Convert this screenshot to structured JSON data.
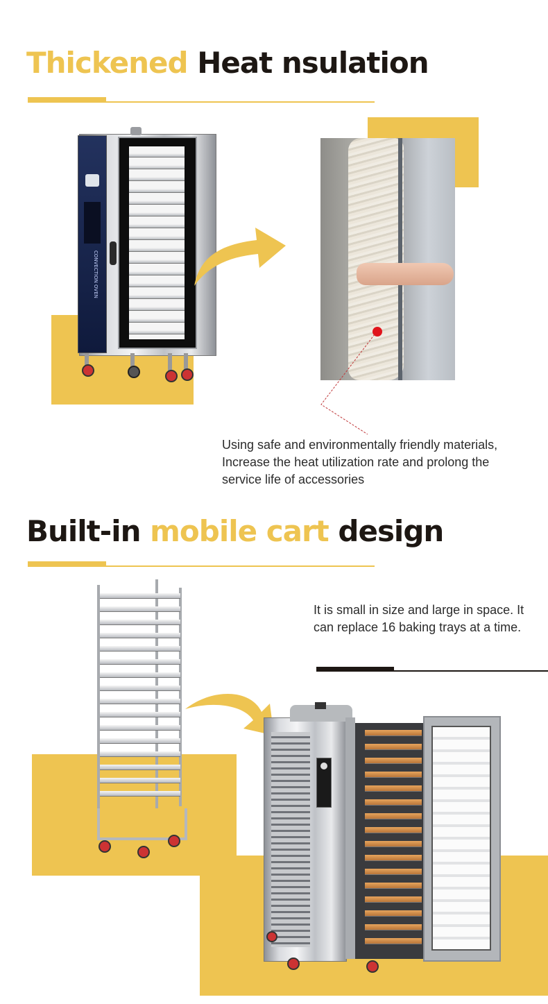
{
  "section1": {
    "title_accent": "Thickened",
    "title_rest": " Heat nsulation",
    "caption": "Using safe and environmentally friendly materials, Increase the heat utilization rate and prolong the service life of accessories",
    "oven_label": "CONVECTION OVEN"
  },
  "section2": {
    "title_pre": "Built-in ",
    "title_accent": "mobile cart",
    "title_post": " design",
    "caption": "It is small in size and large in space. It can replace 16 baking trays at a time."
  },
  "colors": {
    "accent": "#eec451",
    "text": "#1d1713",
    "steel": "#c8cacd",
    "marker": "#e0141c"
  },
  "icons": [
    "arrow-icon",
    "marker-dot-icon"
  ]
}
